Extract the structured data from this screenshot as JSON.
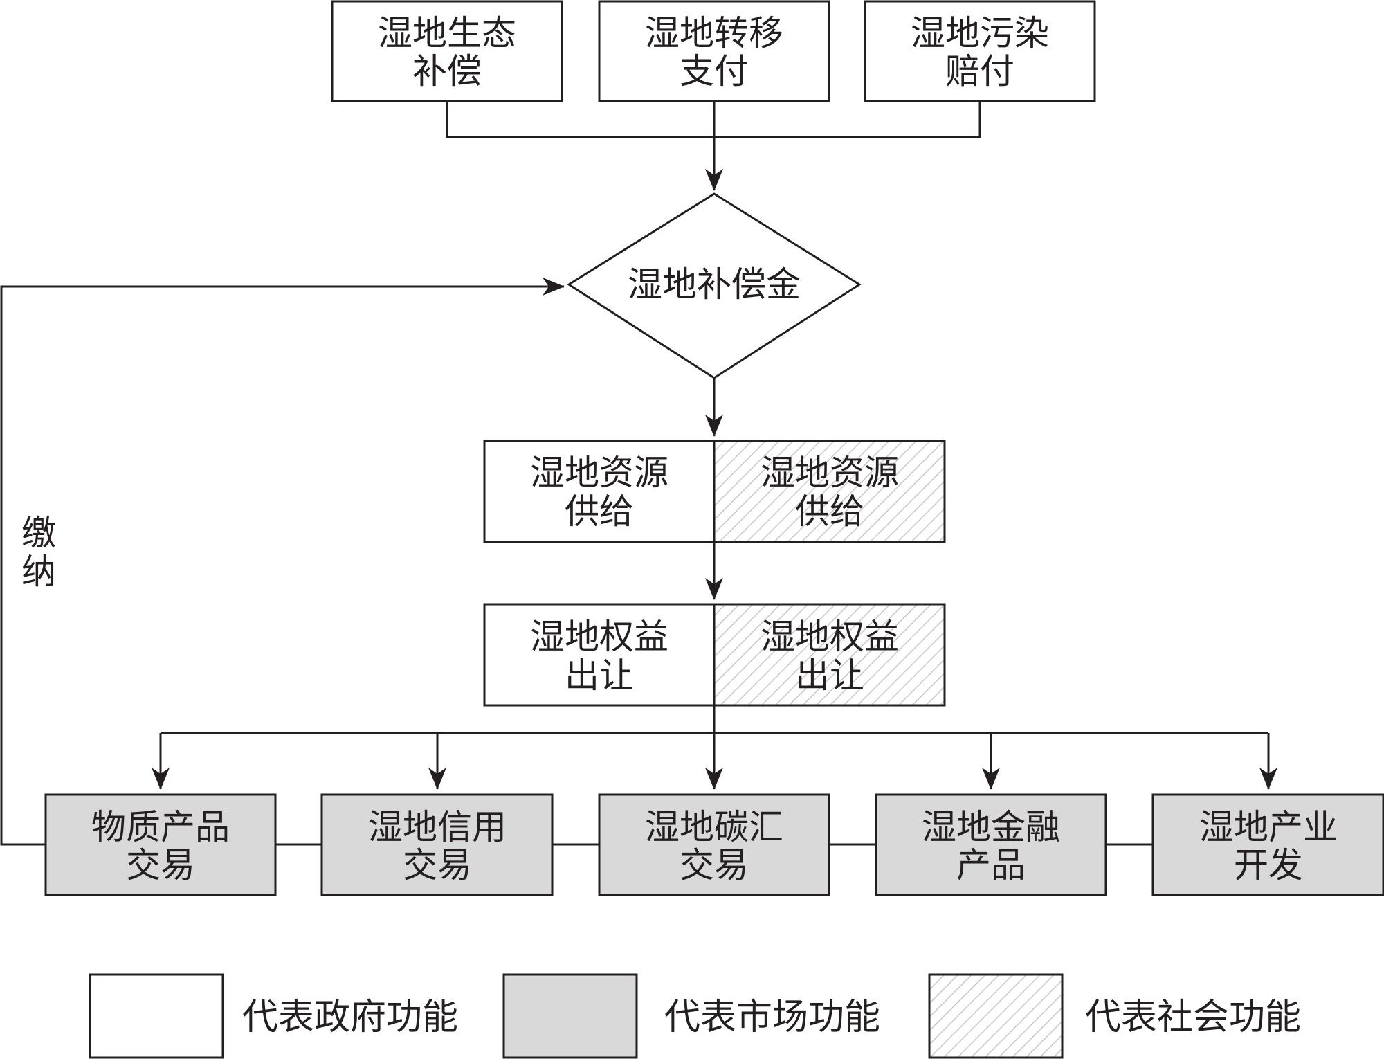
{
  "colors": {
    "government_fill": "#ffffff",
    "market_fill": "#d9d9d9",
    "social_hatch": "#c8c8c8",
    "stroke": "#231f20"
  },
  "sources": [
    {
      "line1": "湿地生态",
      "line2": "补偿"
    },
    {
      "line1": "湿地转移",
      "line2": "支付"
    },
    {
      "line1": "湿地污染",
      "line2": "赔付"
    }
  ],
  "center": {
    "label": "湿地补偿金"
  },
  "supply": {
    "left": {
      "line1": "湿地资源",
      "line2": "供给"
    },
    "right": {
      "line1": "湿地资源",
      "line2": "供给"
    }
  },
  "rights": {
    "left": {
      "line1": "湿地权益",
      "line2": "出让"
    },
    "right": {
      "line1": "湿地权益",
      "line2": "出让"
    }
  },
  "markets": [
    {
      "line1": "物质产品",
      "line2": "交易"
    },
    {
      "line1": "湿地信用",
      "line2": "交易"
    },
    {
      "line1": "湿地碳汇",
      "line2": "交易"
    },
    {
      "line1": "湿地金融",
      "line2": "产品"
    },
    {
      "line1": "湿地产业",
      "line2": "开发"
    }
  ],
  "feedback": {
    "line1": "缴",
    "line2": "纳"
  },
  "legend": [
    {
      "label": "代表政府功能",
      "style": "government"
    },
    {
      "label": "代表市场功能",
      "style": "market"
    },
    {
      "label": "代表社会功能",
      "style": "social"
    }
  ]
}
